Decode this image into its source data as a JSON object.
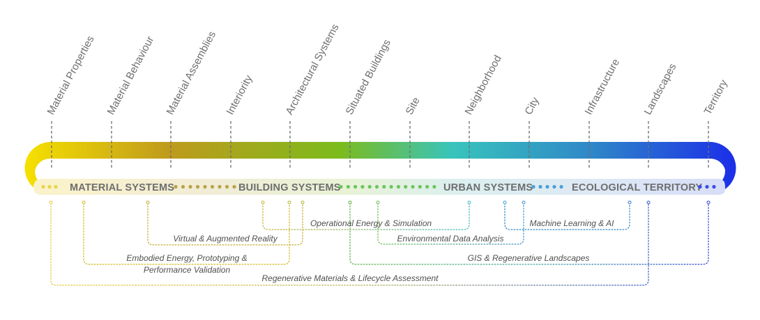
{
  "scales": [
    "Material Properties",
    "Material Behaviour",
    "Material Assemblies",
    "Interiority",
    "Architectural Systems",
    "Situated Buildings",
    "Site",
    "Neighborhood",
    "City",
    "Infrastructure",
    "Landscapes",
    "Territory"
  ],
  "zones": [
    {
      "id": "material",
      "label": "MATERIAL SYSTEMS"
    },
    {
      "id": "building",
      "label": "BUILDING SYSTEMS"
    },
    {
      "id": "urban",
      "label": "URBAN SYSTEMS"
    },
    {
      "id": "ecological",
      "label": "ECOLOGICAL TERRITORY"
    }
  ],
  "connections": [
    {
      "id": "operational-energy",
      "label": "Operational Energy & Simulation",
      "color": "#cbbd42"
    },
    {
      "id": "virtual-augmented",
      "label": "Virtual & Augmented Reality",
      "color": "#c2ab2a"
    },
    {
      "id": "embodied-energy",
      "label": "Embodied Energy, Prototyping &",
      "label2": "Performance Validation",
      "color": "#d1b81c"
    },
    {
      "id": "environmental-data",
      "label": "Environmental Data Analysis",
      "color": "#55b860"
    },
    {
      "id": "machine-learning",
      "label": "Machine Learning & AI",
      "color": "#2f86c8"
    },
    {
      "id": "gis",
      "label": "GIS & Regenerative Landscapes",
      "color": "#4ea84a"
    },
    {
      "id": "regenerative-materials",
      "label": "Regenerative Materials & Lifecycle Assessment",
      "color": "#d8c22a"
    }
  ],
  "colors": {
    "yellow": "#f5df00",
    "olive": "#bf9a1d",
    "green": "#7cbb1c",
    "teal": "#38c4bc",
    "blue": "#2f86c8",
    "deep_blue": "#1b2ee8"
  }
}
